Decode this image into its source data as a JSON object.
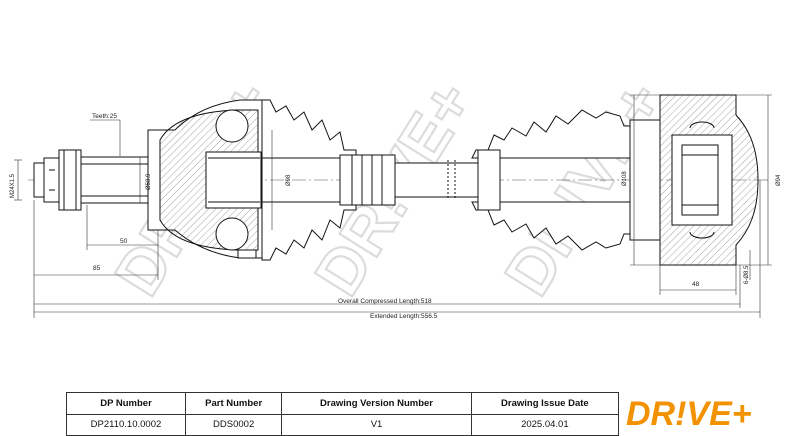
{
  "watermark": {
    "text": "DR!VE+"
  },
  "dimensions": {
    "teeth": "Teeth:25",
    "thread": "M24X1.5",
    "d_spline": "Ø58.9",
    "d_cv_inner": "Ø98",
    "d_boot_outer": "Ø108",
    "d_flange": "Ø94",
    "len_50": "50",
    "len_85": "85",
    "len_48": "48",
    "bolts": "6-Ø8.5",
    "overall_compressed": "Overall Compressed Length:518",
    "extended": "Extended Length:556.5"
  },
  "table": {
    "headers": [
      "DP Number",
      "Part Number",
      "Drawing Version Number",
      "Drawing Issue Date"
    ],
    "values": [
      "DP2110.10.0002",
      "DDS0002",
      "V1",
      "2025.04.01"
    ]
  },
  "logo": {
    "text": "DR!VE+",
    "color": "#f39200"
  }
}
